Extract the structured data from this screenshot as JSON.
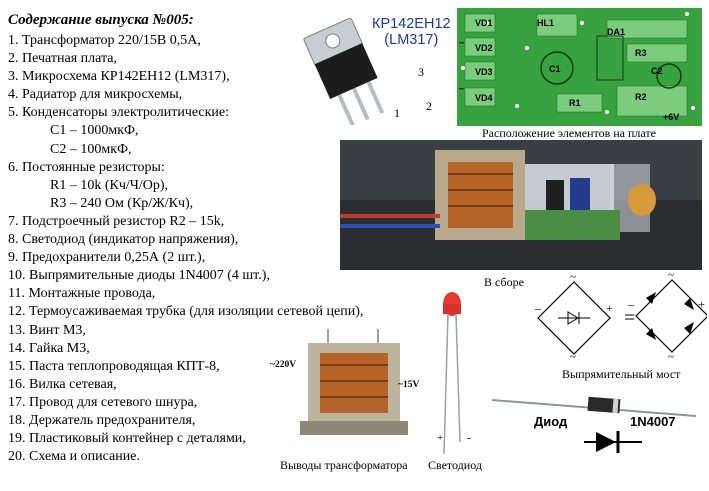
{
  "title": "Содержание выпуска №005:",
  "parts": [
    "1. Трансформатор 220/15В 0,5А,",
    "2.  Печатная плата,",
    "3.  Микросхема КР142ЕН12 (LM317),",
    "4.  Радиатор для микросхемы,",
    "5.  Конденсаторы электролитические:",
    "C1 – 1000мкФ,",
    "C2 – 100мкФ,",
    "6.  Постоянные резисторы:",
    "R1 – 10k (Кч/Ч/Ор),",
    "R3 – 240 Ом (Кр/Ж/Кч),",
    "7.  Подстроечный резистор R2 – 15k,",
    "8.  Светодиод (индикатор напряжения),",
    "9. Предохранители 0,25А (2 шт.),",
    "10. Выпрямительные диоды 1N4007 (4 шт.),",
    "11. Монтажные провода,",
    "12. Термоусаживаемая трубка (для изоляции сетевой цепи),",
    "13. Винт М3,",
    "14. Гайка М3,",
    "15. Паста теплопроводящая КПТ-8,",
    "16. Вилка сетевая,",
    "17. Провод для сетевого шнура,",
    "18. Держатель предохранителя,",
    "19. Пластиковый контейнер с деталями,",
    "20. Схема и описание."
  ],
  "chip": {
    "name": "КР142ЕН12",
    "alt": "(LM317)",
    "pins": [
      "1",
      "2",
      "3"
    ]
  },
  "pcb": {
    "labels": [
      "VD1",
      "VD2",
      "VD3",
      "VD4",
      "HL1",
      "DA1",
      "R3",
      "C1",
      "C2",
      "R1",
      "R2",
      "+6V",
      "~",
      "~"
    ],
    "caption": "Расположение элементов на плате"
  },
  "assembled_caption": "В сборе",
  "bridge": {
    "caption": "Выпрямительный мост",
    "equals": "=",
    "minus": "–",
    "plus": "+",
    "tilde": "~"
  },
  "transformer": {
    "caption": "Выводы трансформатора",
    "in_label": "~220V",
    "out_label": "~15V"
  },
  "led": {
    "caption": "Светодиод",
    "plus": "+",
    "minus": "-"
  },
  "diode": {
    "label": "Диод",
    "model": "1N4007"
  },
  "colors": {
    "pcb_green": "#37a23f",
    "chip_label_blue": "#1a3c9a",
    "copper": "#b5652a"
  }
}
